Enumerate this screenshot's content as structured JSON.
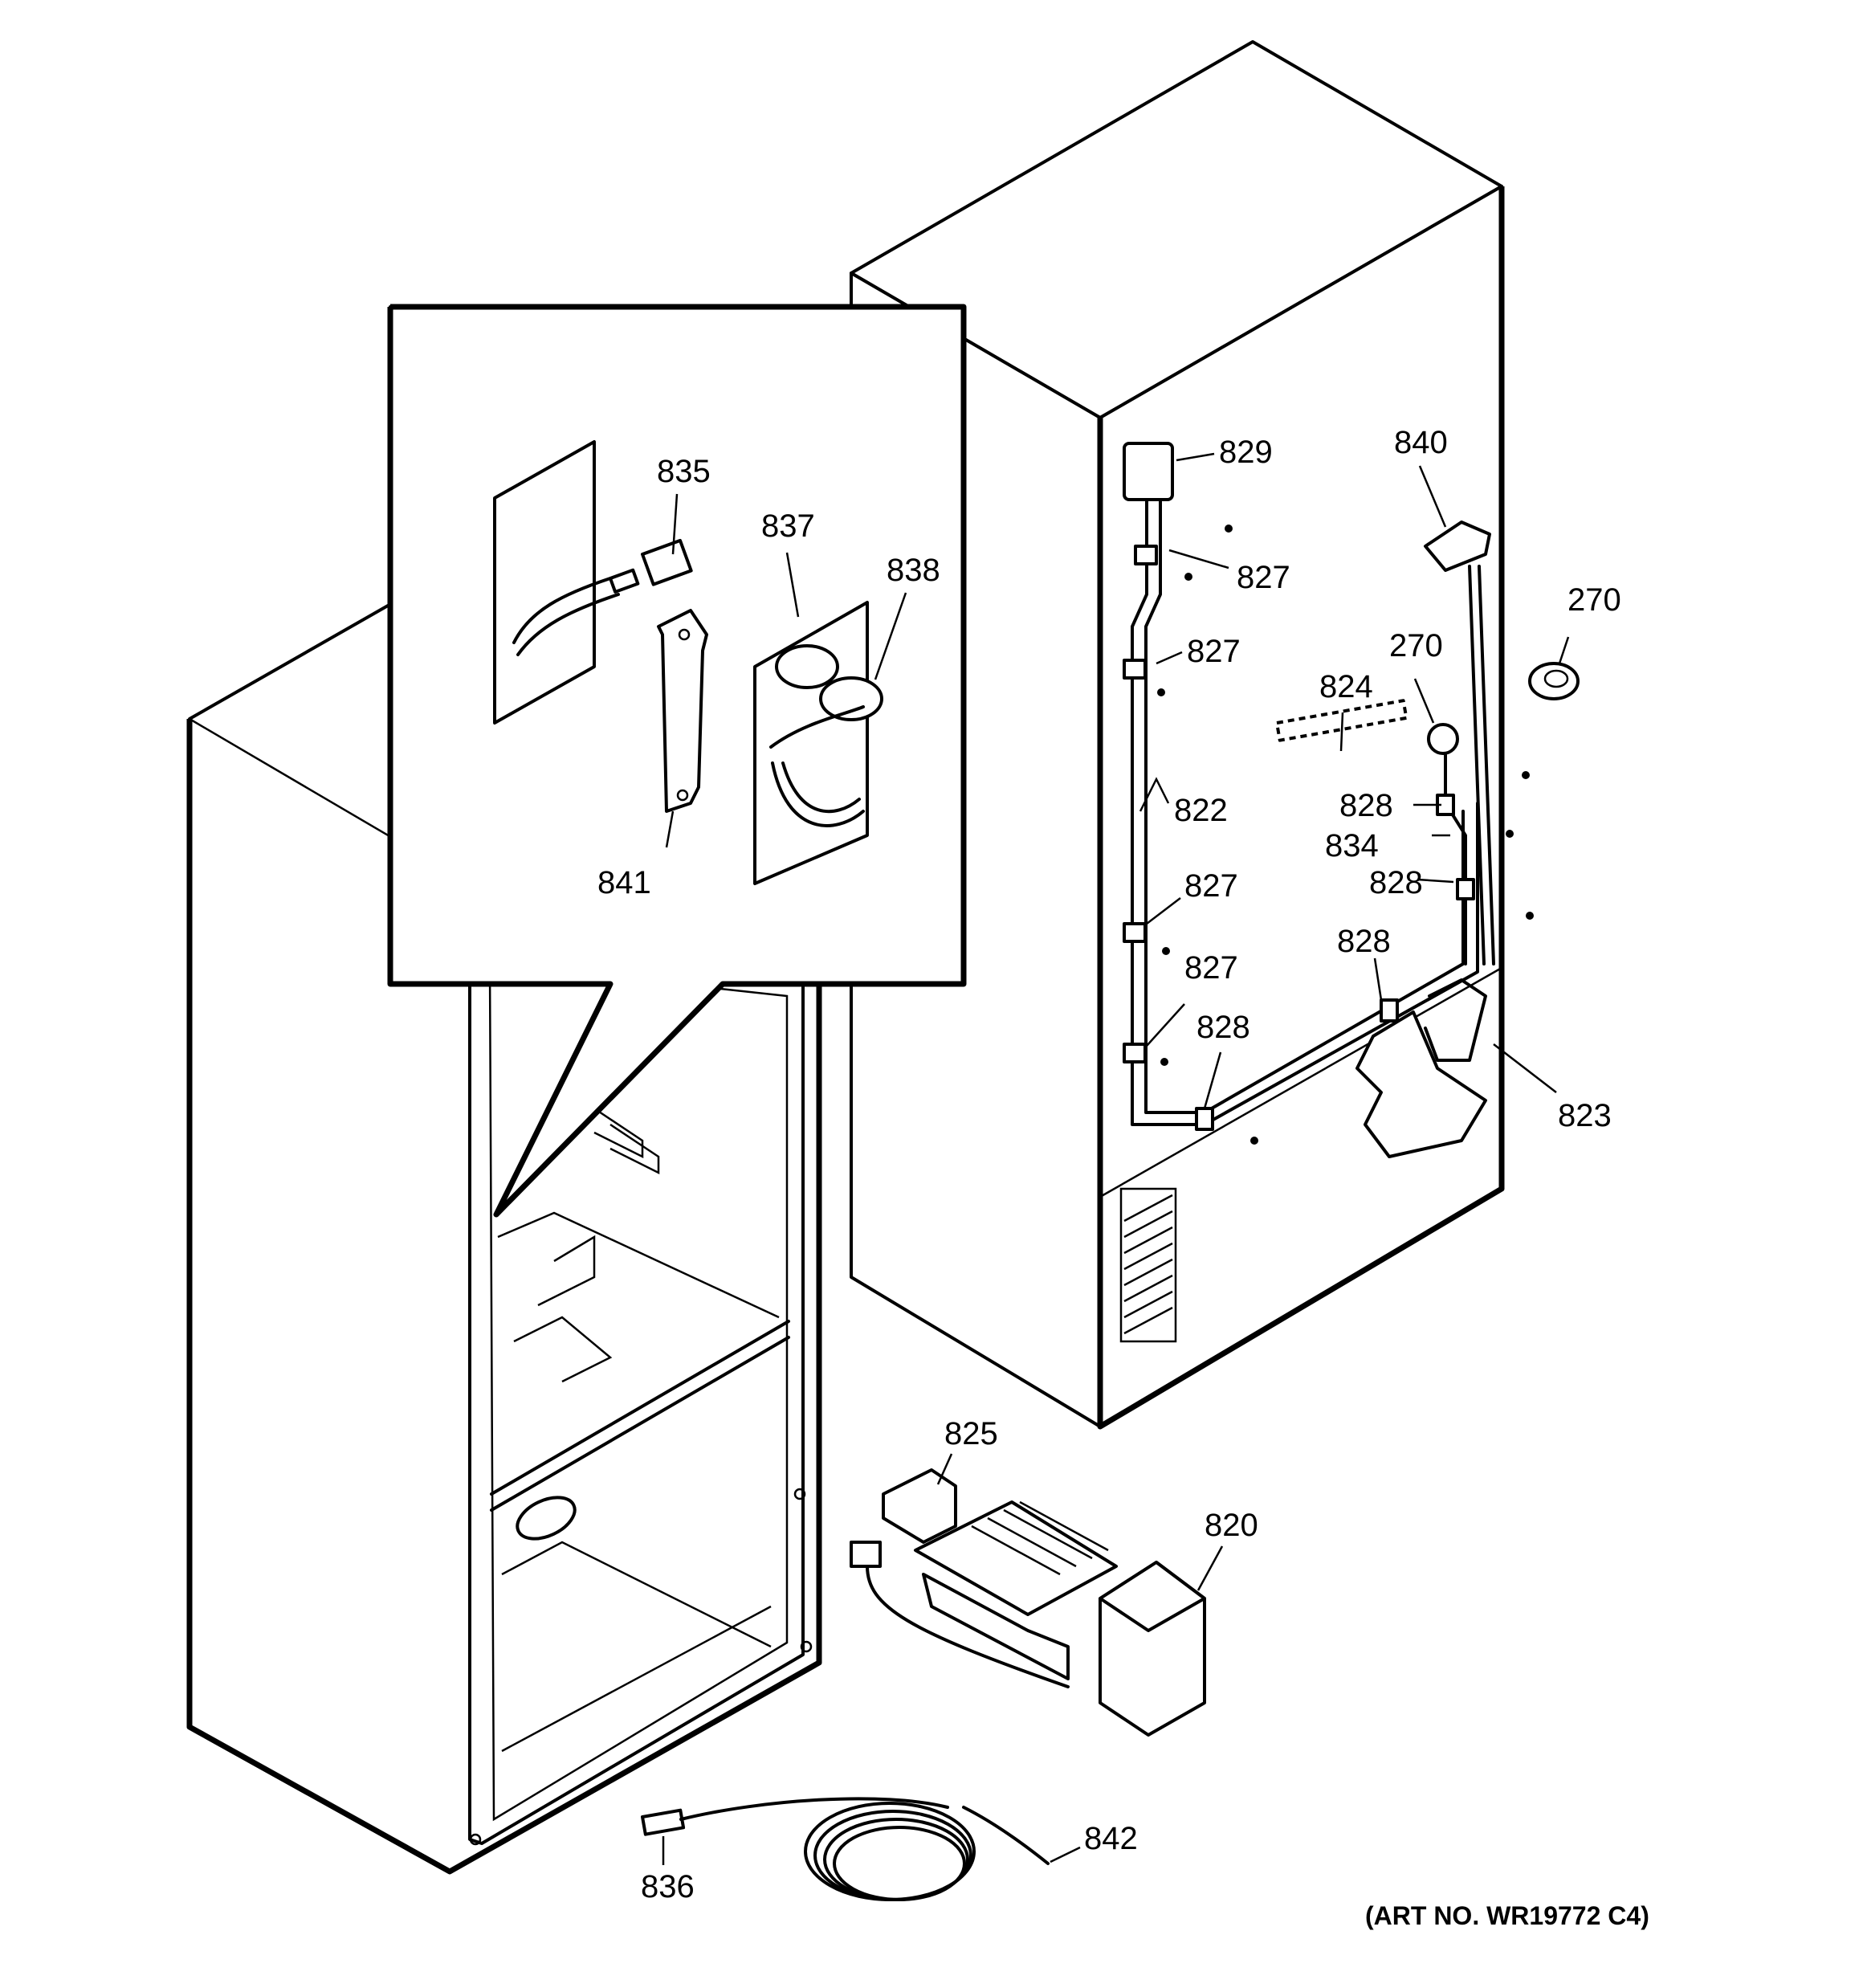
{
  "art_number": "(ART NO. WR19772 C4)",
  "labels": [
    {
      "id": "829",
      "text": "829"
    },
    {
      "id": "840",
      "text": "840"
    },
    {
      "id": "827a",
      "text": "827"
    },
    {
      "id": "827b",
      "text": "827"
    },
    {
      "id": "270a",
      "text": "270"
    },
    {
      "id": "270b",
      "text": "270"
    },
    {
      "id": "824",
      "text": "824"
    },
    {
      "id": "822",
      "text": "822"
    },
    {
      "id": "828a",
      "text": "828"
    },
    {
      "id": "834",
      "text": "834"
    },
    {
      "id": "827c",
      "text": "827"
    },
    {
      "id": "828b",
      "text": "828"
    },
    {
      "id": "828c",
      "text": "828"
    },
    {
      "id": "827d",
      "text": "827"
    },
    {
      "id": "828d",
      "text": "828"
    },
    {
      "id": "823",
      "text": "823"
    },
    {
      "id": "835",
      "text": "835"
    },
    {
      "id": "837",
      "text": "837"
    },
    {
      "id": "838",
      "text": "838"
    },
    {
      "id": "841",
      "text": "841"
    },
    {
      "id": "825",
      "text": "825"
    },
    {
      "id": "820",
      "text": "820"
    },
    {
      "id": "842",
      "text": "842"
    },
    {
      "id": "836",
      "text": "836"
    }
  ]
}
